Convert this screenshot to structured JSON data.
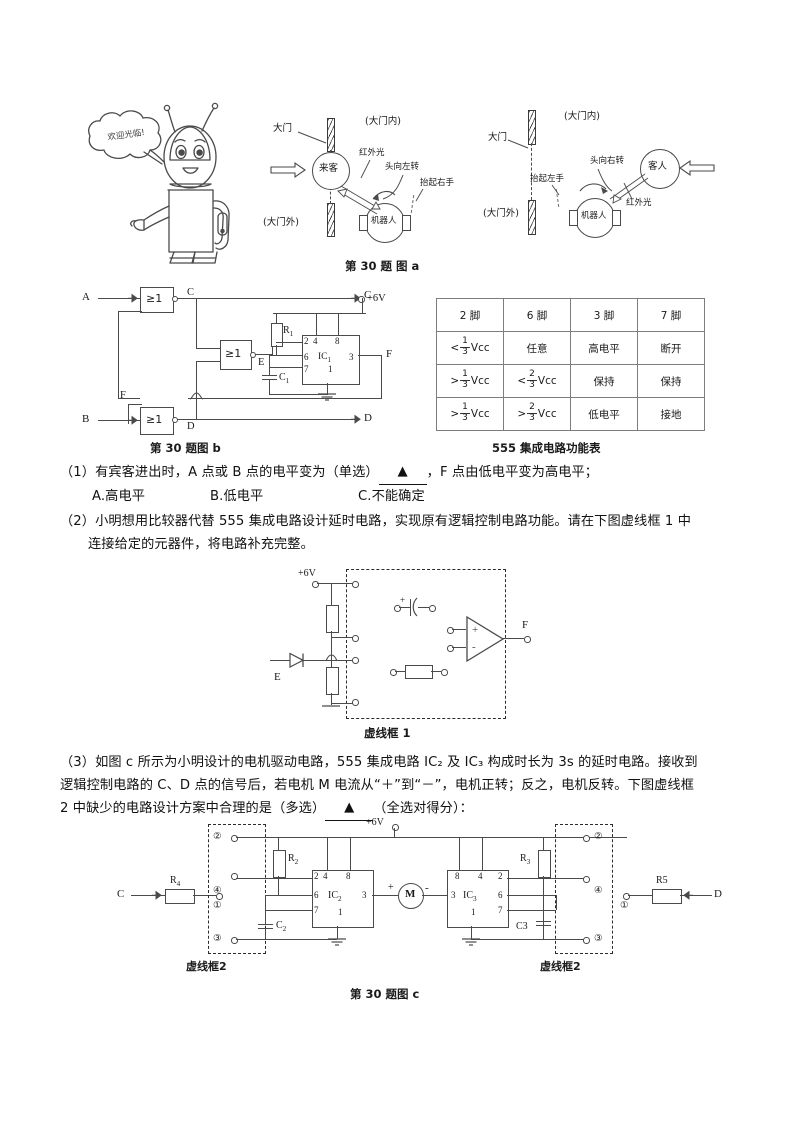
{
  "figure_a": {
    "caption": "第 30 题 图 a",
    "robot_speech": "欢迎光临!",
    "left_scene": {
      "gate_label": "大门",
      "inside_label": "(大门内)",
      "outside_label": "(大门外)",
      "visitor_label": "来客",
      "robot_label": "机器人",
      "ir_label": "红外光",
      "head_turn_label": "头向左转",
      "hand_label": "抬起右手"
    },
    "right_scene": {
      "gate_label": "大门",
      "inside_label": "(大门内)",
      "outside_label": "(大门外)",
      "visitor_label": "客人",
      "robot_label": "机器人",
      "ir_label": "红外光",
      "head_turn_label": "头向右转",
      "hand_label": "抬起左手"
    }
  },
  "figure_b": {
    "caption": "第 30 题图 b",
    "inputs": [
      "A",
      "B"
    ],
    "gate_symbol": "≥1",
    "nodes": [
      "C",
      "D",
      "E",
      "F"
    ],
    "outputs": [
      "C",
      "D",
      "F"
    ],
    "supply": "+6V",
    "ic_label": "IC",
    "ic_index": "1",
    "ic_pins_top": [
      "2",
      "4",
      "8"
    ],
    "ic_pins_left": [
      "6",
      "7"
    ],
    "ic_pin_right": "3",
    "ic_pin_bottom": "1",
    "resistor": "R",
    "resistor_index": "1",
    "capacitor": "C",
    "capacitor_index": "1"
  },
  "function_table": {
    "caption": "555 集成电路功能表",
    "headers": [
      "2 脚",
      "6 脚",
      "3 脚",
      "7 脚"
    ],
    "rows": [
      [
        {
          "op": "<",
          "num": "1",
          "den": "3",
          "unit": "Vcc"
        },
        {
          "text": "任意"
        },
        {
          "text": "高电平"
        },
        {
          "text": "断开"
        }
      ],
      [
        {
          "op": ">",
          "num": "1",
          "den": "3",
          "unit": "Vcc"
        },
        {
          "op": "<",
          "num": "2",
          "den": "3",
          "unit": "Vcc"
        },
        {
          "text": "保持"
        },
        {
          "text": "保持"
        }
      ],
      [
        {
          "op": ">",
          "num": "1",
          "den": "3",
          "unit": "Vcc"
        },
        {
          "op": ">",
          "num": "2",
          "den": "3",
          "unit": "Vcc"
        },
        {
          "text": "低电平"
        },
        {
          "text": "接地"
        }
      ]
    ]
  },
  "question1": {
    "stem_a": "（1）有宾客进出时，A 点或 B 点的电平变为（单选）",
    "blank": "▲",
    "stem_b": "，F 点由低电平变为高电平；",
    "options": [
      "A.高电平",
      "B.低电平",
      "C.不能确定"
    ]
  },
  "question2": {
    "line1": "（2）小明想用比较器代替 555 集成电路设计延时电路，实现原有逻辑控制电路功能。请在下图虚线框 1 中",
    "line2": "连接给定的元器件，将电路补充完整。"
  },
  "figure_dashed1": {
    "caption": "虚线框 1",
    "supply": "+6V",
    "input_label": "E",
    "output_label": "F",
    "opamp_plus": "+",
    "opamp_minus": "-",
    "cap_plus": "+"
  },
  "question3": {
    "line1": "（3）如图 c 所示为小明设计的电机驱动电路，555 集成电路 IC₂ 及 IC₃ 构成时长为 3s 的延时电路。接收到",
    "line2": "逻辑控制电路的 C、D 点的信号后，若电机 M 电流从“＋”到“－”，电机正转；反之，电机反转。下图虚线框",
    "line3_a": "2 中缺少的电路设计方案中合理的是（多选）",
    "line3_blank": "▲",
    "line3_b": "（全选对得分）："
  },
  "figure_c": {
    "caption": "第 30 题图 c",
    "supply": "+6V",
    "left_input": "C",
    "right_input": "D",
    "left_resistor": "R",
    "left_resistor_index": "4",
    "right_resistor": "R5",
    "motor": "M",
    "motor_plus": "+",
    "motor_minus": "-",
    "dashed_caption_left": "虚线框2",
    "dashed_caption_right": "虚线框2",
    "terminals": [
      "①",
      "②",
      "③",
      "④"
    ],
    "ic2": {
      "label": "IC",
      "index": "2",
      "pins_top": [
        "2",
        "4",
        "8"
      ],
      "pins_left": [
        "6",
        "7"
      ],
      "pin_right": "3",
      "pin_bottom": "1",
      "resistor": "R",
      "resistor_index": "2",
      "capacitor": "C",
      "capacitor_index": "2"
    },
    "ic3": {
      "label": "IC",
      "index": "3",
      "pins_top": [
        "8",
        "4",
        "2"
      ],
      "pins_right": [
        "6",
        "7"
      ],
      "pin_left": "3",
      "pin_bottom": "1",
      "resistor": "R",
      "resistor_index": "3",
      "capacitor": "C3"
    }
  },
  "colors": {
    "ink": "#1a1a1a",
    "wire": "#4a4a4a",
    "dash": "#2b2b2b"
  }
}
